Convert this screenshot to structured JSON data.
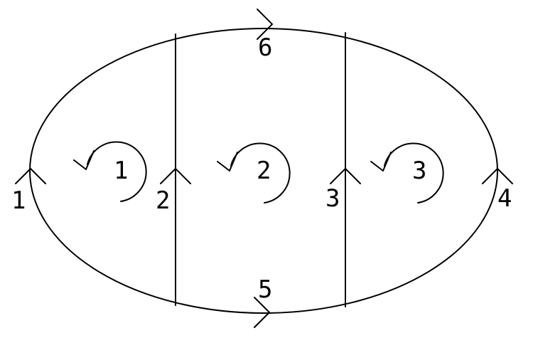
{
  "edge_labels": {
    "e1": "1",
    "e2": "2",
    "e3": "3",
    "e4": "4",
    "e5": "5",
    "e6": "6"
  },
  "loop_labels": {
    "l1": "1",
    "l2": "2",
    "l3": "3"
  },
  "loop_direction": "counterclockwise"
}
